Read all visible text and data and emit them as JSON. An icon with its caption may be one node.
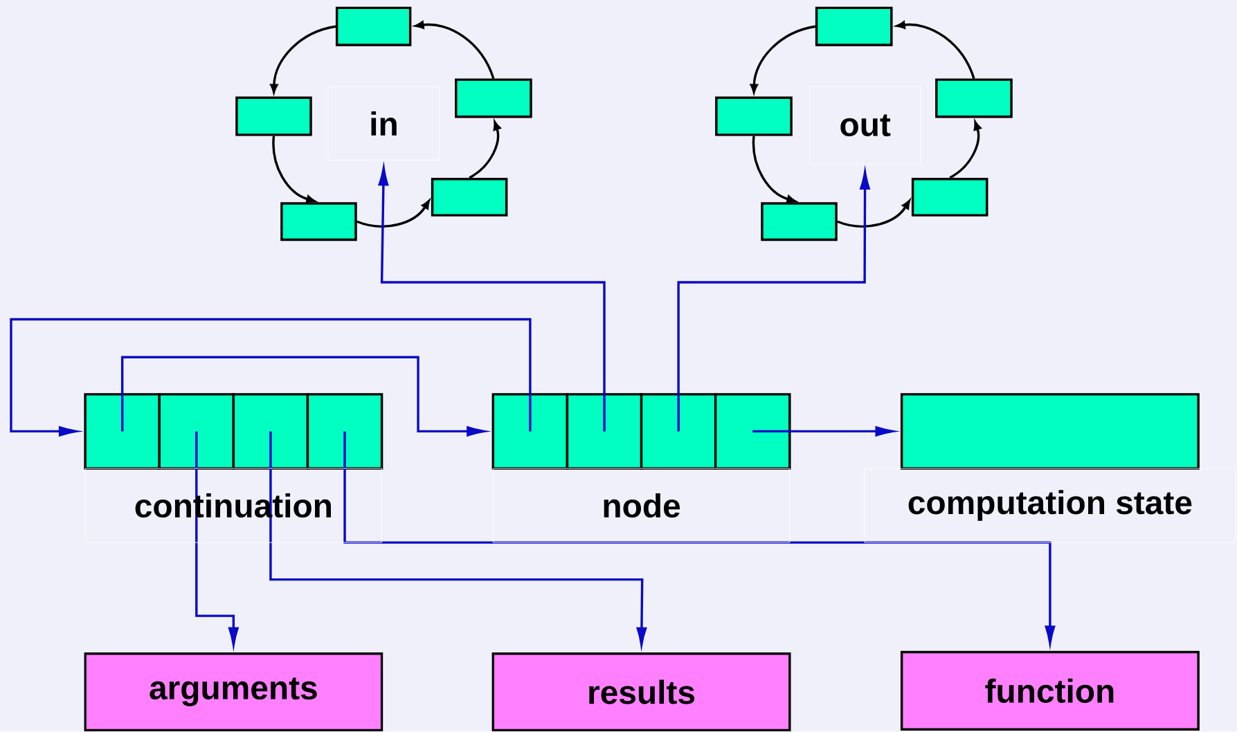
{
  "diagram": {
    "nodes": [
      {
        "text": [],
        "shape": "box"
      },
      {
        "text": [],
        "shape": "box"
      },
      {
        "text": [
          "in"
        ]
      },
      {
        "text": [],
        "shape": "box"
      },
      {
        "text": [],
        "shape": "box"
      },
      {
        "text": [],
        "shape": "box"
      },
      {
        "text": [],
        "shape": "box"
      },
      {
        "text": [],
        "shape": "box"
      },
      {
        "text": [
          "out"
        ]
      },
      {
        "text": [],
        "shape": "box"
      },
      {
        "text": [],
        "shape": "box"
      },
      {
        "text": [],
        "shape": "box"
      },
      {
        "text": [],
        "shape": "box"
      },
      {
        "text": [],
        "shape": "box"
      },
      {
        "text": [],
        "shape": "box"
      },
      {
        "text": [],
        "shape": "box"
      },
      {
        "text": [],
        "shape": "box"
      },
      {
        "text": [],
        "shape": "box"
      },
      {
        "text": [],
        "shape": "box"
      },
      {
        "text": [],
        "shape": "box"
      },
      {
        "text": [],
        "shape": "box"
      },
      {
        "text": [
          "arguments"
        ]
      },
      {
        "text": [
          "results"
        ]
      },
      {
        "text": [
          "function"
        ]
      }
    ],
    "edges": [
      {
        "from": 0,
        "to": 1,
        "arrow": "to"
      },
      {
        "from": 1,
        "to": 5,
        "arrow": "to"
      },
      {
        "from": 5,
        "to": 4,
        "arrow": "to"
      },
      {
        "from": 4,
        "to": 3,
        "arrow": "to"
      },
      {
        "from": 3,
        "to": 0,
        "arrow": "to"
      },
      {
        "from": 6,
        "to": 7,
        "arrow": "to"
      },
      {
        "from": 7,
        "to": 11,
        "arrow": "to"
      },
      {
        "from": 11,
        "to": 10,
        "arrow": "to"
      },
      {
        "from": 10,
        "to": 9,
        "arrow": "to"
      },
      {
        "from": 9,
        "to": 6,
        "arrow": "to"
      },
      {
        "from": 12,
        "to": 16,
        "arrow": "to",
        "color": "#0a0ac8"
      },
      {
        "from": 16,
        "to": 12,
        "arrow": "to",
        "color": "#0a0ac8"
      },
      {
        "from": 13,
        "to": 21,
        "arrow": "to",
        "color": "#0a0ac8"
      },
      {
        "from": 14,
        "to": 22,
        "arrow": "to",
        "color": "#0a0ac8"
      },
      {
        "from": 15,
        "to": 23,
        "arrow": "to",
        "color": "#0a0ac8"
      },
      {
        "from": 17,
        "to": 2,
        "arrow": "to",
        "color": "#0a0ac8"
      },
      {
        "from": 18,
        "to": 8,
        "arrow": "to",
        "color": "#0a0ac8"
      },
      {
        "from": 19,
        "to": 20,
        "arrow": "to",
        "color": "#0a0ac8"
      }
    ],
    "labels": [
      "continuation",
      "node",
      "computation state"
    ]
  }
}
